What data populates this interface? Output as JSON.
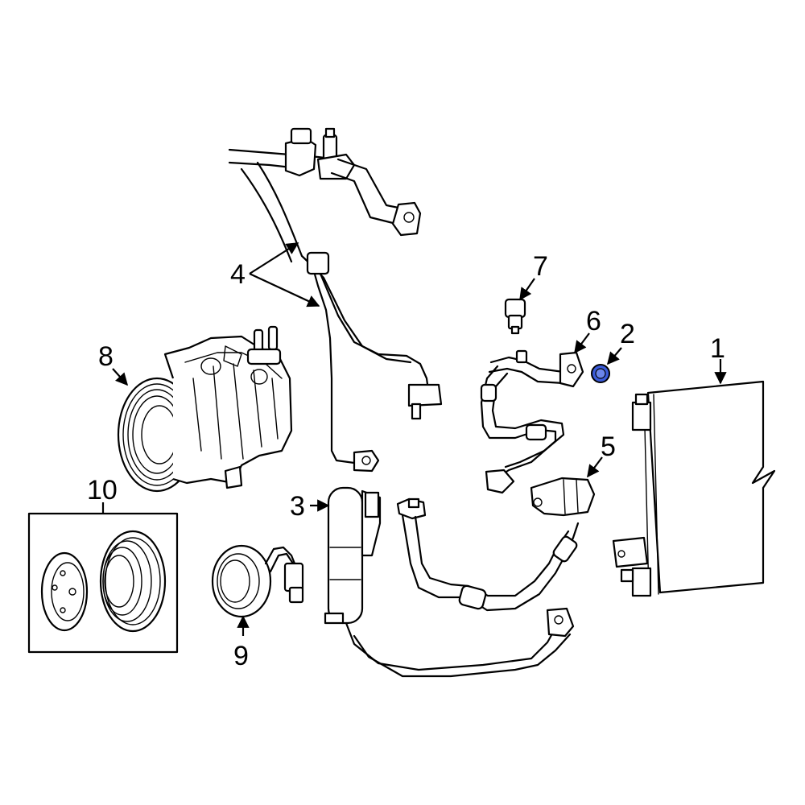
{
  "callouts": {
    "c1": "1",
    "c2": "2",
    "c3": "3",
    "c4": "4",
    "c5": "5",
    "c6": "6",
    "c7": "7",
    "c8": "8",
    "c9": "9",
    "c10": "10"
  },
  "highlight_color": "#3a5bd9",
  "icons": [
    "condenser",
    "o-ring-seal",
    "receiver-drier",
    "ac-line-assembly",
    "discharge-hose",
    "suction-line",
    "pressure-switch",
    "ac-compressor",
    "clutch-coil",
    "clutch-assembly"
  ]
}
